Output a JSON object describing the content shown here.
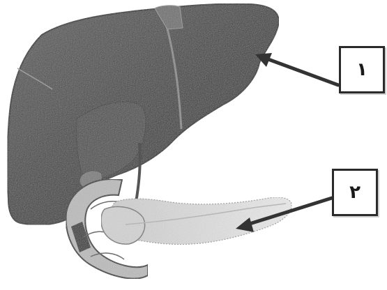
{
  "labels": [
    {
      "id": "1",
      "text": "١"
    },
    {
      "id": "2",
      "text": "٢"
    }
  ],
  "colors": {
    "liver_dark": "#3a3a3a",
    "liver_mid": "#5a5a5a",
    "pancreas": "#d9d9d9",
    "duodenum": "#bdbdbd",
    "arrow": "#333333",
    "box_border": "#2b2b2b"
  }
}
